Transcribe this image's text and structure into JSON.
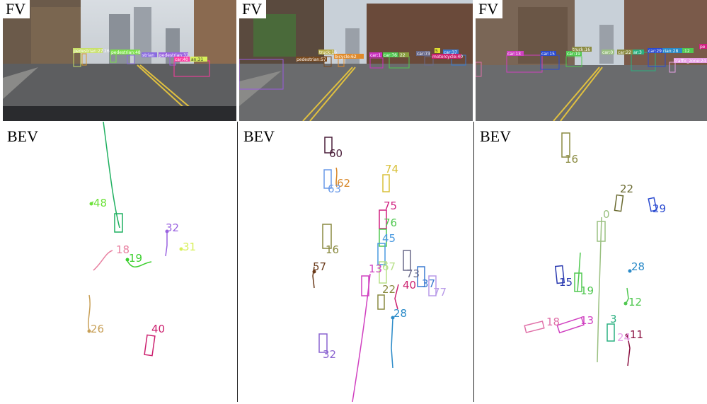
{
  "panels": [
    {
      "fv_label": "FV",
      "bev_label": "BEV",
      "fv_detections": [
        {
          "text": "pedestrian:27",
          "color": "#c8e06a"
        },
        {
          "text": "26",
          "color": "#d99a2b"
        },
        {
          "text": "pedestrian:48",
          "color": "#7be04a"
        },
        {
          "text": "strian",
          "color": "#8a6be0"
        },
        {
          "text": "pedestrian:32",
          "color": "#9a63e0"
        },
        {
          "text": "car:40",
          "color": "#ff3aa0"
        },
        {
          "text": "an:31",
          "color": "#d8f05a"
        }
      ],
      "bev_tracks": [
        {
          "id": "48",
          "color": "#6de23a"
        },
        {
          "id": "32",
          "color": "#9a63e0"
        },
        {
          "id": "18",
          "color": "#e87fa0"
        },
        {
          "id": "19",
          "color": "#3ccf2e"
        },
        {
          "id": "31",
          "color": "#d8f05a"
        },
        {
          "id": "26",
          "color": "#c8a058"
        },
        {
          "id": "40",
          "color": "#cc1f6e"
        }
      ]
    },
    {
      "fv_label": "FV",
      "bev_label": "BEV",
      "fv_detections": [
        {
          "text": "truck:16",
          "color": "#b7ad4a"
        },
        {
          "text": "pedestrian:57",
          "color": "#7a4a1e"
        },
        {
          "text": "bicycle:62",
          "color": "#e08a2a"
        },
        {
          "text": "car:1",
          "color": "#cc30c0"
        },
        {
          "text": "car:76",
          "color": "#50c850"
        },
        {
          "text": "22",
          "color": "#8aa040"
        },
        {
          "text": "car:73",
          "color": "#6a6a8a"
        },
        {
          "text": "car:37",
          "color": "#3a7ad0"
        },
        {
          "text": "motorcycle:40",
          "color": "#cc1f6e"
        },
        {
          "text": "5",
          "color": "#e0e030"
        }
      ],
      "bev_tracks": [
        {
          "id": "60",
          "color": "#4a1f3a"
        },
        {
          "id": "74",
          "color": "#d8c03a"
        },
        {
          "id": "62",
          "color": "#d8882a"
        },
        {
          "id": "63",
          "color": "#6a9ae8"
        },
        {
          "id": "75",
          "color": "#d02080"
        },
        {
          "id": "76",
          "color": "#50c850"
        },
        {
          "id": "16",
          "color": "#8a8a40"
        },
        {
          "id": "45",
          "color": "#4a9ae0"
        },
        {
          "id": "57",
          "color": "#6a3a1a"
        },
        {
          "id": "67",
          "color": "#b8e08a"
        },
        {
          "id": "13",
          "color": "#d040c0"
        },
        {
          "id": "73",
          "color": "#6a6a8a"
        },
        {
          "id": "22",
          "color": "#8a8a40"
        },
        {
          "id": "40",
          "color": "#cc1f6e"
        },
        {
          "id": "37",
          "color": "#3a7ad0"
        },
        {
          "id": "77",
          "color": "#b89ae8"
        },
        {
          "id": "28",
          "color": "#2a8ac8"
        },
        {
          "id": "32",
          "color": "#8a63d0"
        }
      ]
    },
    {
      "fv_label": "FV",
      "bev_label": "BEV",
      "fv_detections": [
        {
          "text": "car:13",
          "color": "#d040c0"
        },
        {
          "text": "car:15",
          "color": "#2a4ad0"
        },
        {
          "text": "car:19",
          "color": "#50c850"
        },
        {
          "text": "truck:16",
          "color": "#8a8a40"
        },
        {
          "text": "car:0",
          "color": "#9ac080"
        },
        {
          "text": "car:22",
          "color": "#8a8a40"
        },
        {
          "text": "ar:3",
          "color": "#2ab080"
        },
        {
          "text": "car:29",
          "color": "#2a4ad0"
        },
        {
          "text": "rian:28",
          "color": "#2a8ac8"
        },
        {
          "text": ":12",
          "color": "#50c850"
        },
        {
          "text": "traffic_zone:24",
          "color": "#e8a0e8"
        },
        {
          "text": "pe",
          "color": "#d02080"
        }
      ],
      "bev_tracks": [
        {
          "id": "16",
          "color": "#8a8a40"
        },
        {
          "id": "22",
          "color": "#6a6a30"
        },
        {
          "id": "29",
          "color": "#2a4ad0"
        },
        {
          "id": "0",
          "color": "#9ac080"
        },
        {
          "id": "28",
          "color": "#2a8ac8"
        },
        {
          "id": "15",
          "color": "#2a3ab0"
        },
        {
          "id": "19",
          "color": "#50c850"
        },
        {
          "id": "12",
          "color": "#50c850"
        },
        {
          "id": "13",
          "color": "#d040c0"
        },
        {
          "id": "18",
          "color": "#e070a8"
        },
        {
          "id": "3",
          "color": "#2ab080"
        },
        {
          "id": "24",
          "color": "#e8a0e8"
        },
        {
          "id": "11",
          "color": "#8a1040"
        }
      ]
    }
  ]
}
